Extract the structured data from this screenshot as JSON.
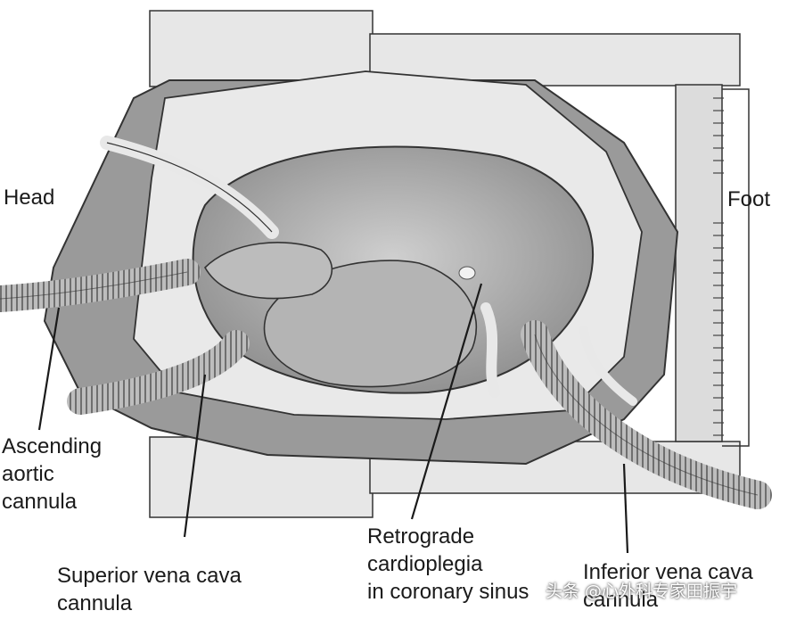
{
  "labels": {
    "head": "Head",
    "foot": "Foot",
    "ascending_aortic_cannula": [
      "Ascending",
      "aortic",
      "cannula"
    ],
    "superior_vena_cava_cannula": [
      "Superior vena cava",
      "cannula"
    ],
    "retrograde_cardioplegia": [
      "Retrograde",
      "cardioplegia",
      "in coronary sinus"
    ],
    "inferior_vena_cava_cannula": [
      "Inferior vena cava",
      "cannula"
    ]
  },
  "watermark": "头条 @心外科专家田振宇",
  "colors": {
    "background": "#ffffff",
    "line": "#222222",
    "retractor": "#e6e6e6",
    "heart": "#a9a9a9",
    "tissue": "#8c8c8c"
  }
}
